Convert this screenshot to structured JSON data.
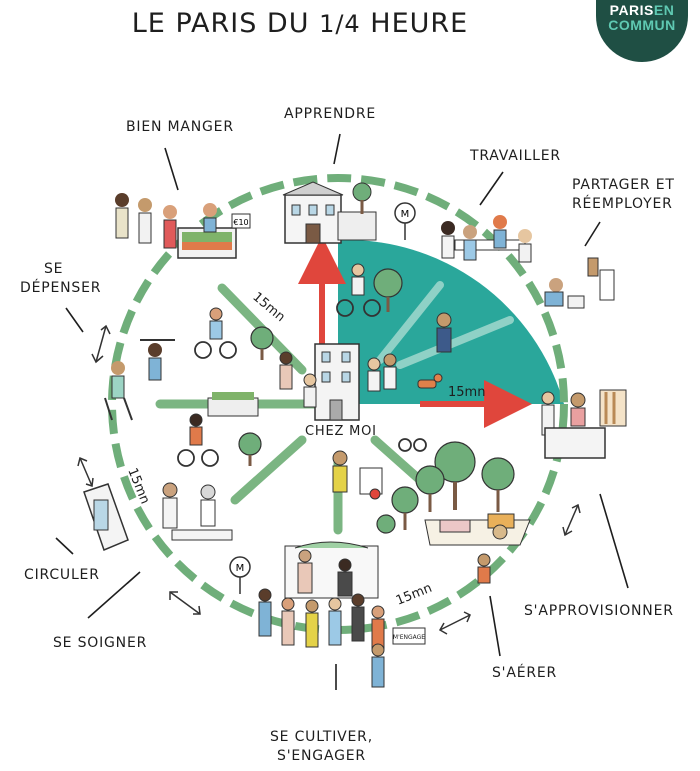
{
  "title": {
    "prefix": "LE PARIS DU ",
    "fraction": "1/4",
    "suffix": " HEURE"
  },
  "logo": {
    "line1_a": "PARIS",
    "line1_b": "EN",
    "line2": "COMMUN"
  },
  "labels": {
    "apprendre": "APPRENDRE",
    "bien_manger": "BIEN MANGER",
    "travailler": "TRAVAILLER",
    "partager_1": "PARTAGER ET",
    "partager_2": "RÉEMPLOYER",
    "se_depenser_1": "SE",
    "se_depenser_2": "DÉPENSER",
    "circuler": "CIRCULER",
    "se_soigner": "SE SOIGNER",
    "se_cultiver_1": "SE CULTIVER,",
    "se_cultiver_2": "S'ENGAGER",
    "s_aerer": "S'AÉRER",
    "s_approvisionner": "S'APPROVISIONNER",
    "chez_moi": "CHEZ MOI"
  },
  "durations": {
    "d1": "15mn",
    "d2": "15mn",
    "d3": "15mn",
    "d4": "15mn"
  },
  "metro_symbol": "M",
  "signs": {
    "market_price": "€10",
    "engage_sign": "M'ENGAGE"
  },
  "colors": {
    "teal": "#2aa79b",
    "green": "#6fae7a",
    "arrow": "#e0463c",
    "logo_bg": "#1f4f44",
    "logo_accent": "#5fc9b2"
  }
}
